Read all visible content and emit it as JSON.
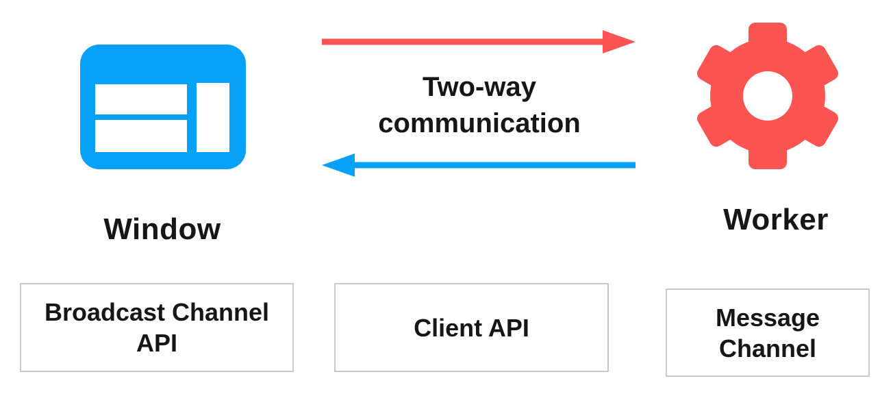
{
  "colors": {
    "blue": "#05A0F8",
    "red": "#FC5551",
    "box_border": "#C9C9C9",
    "text": "#161616",
    "background": "#FFFFFF"
  },
  "nodes": {
    "window": {
      "label": "Window",
      "icon": "browser-window-icon"
    },
    "worker": {
      "label": "Worker",
      "icon": "gear-icon"
    }
  },
  "connection": {
    "label": "Two-way\ncommunication",
    "window_to_worker_color": "#FC5551",
    "worker_to_window_color": "#05A0F8"
  },
  "channels": [
    {
      "label": "Broadcast Channel\nAPI"
    },
    {
      "label": "Client API"
    },
    {
      "label": "Message\nChannel"
    }
  ]
}
